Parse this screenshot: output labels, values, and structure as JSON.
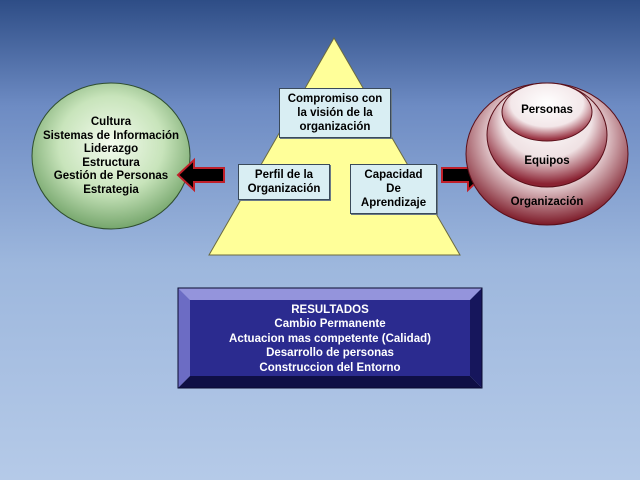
{
  "left_circle": {
    "lines": [
      "Cultura",
      "Sistemas de Información",
      "Liderazgo",
      "Estructura",
      "Gestión de Personas",
      "Estrategia"
    ]
  },
  "pyramid": {
    "top_box": [
      "Compromiso con",
      "la visión de la",
      "organización"
    ],
    "left_box": [
      "Perfil de la",
      "Organización"
    ],
    "right_box": [
      "Capacidad",
      "De",
      "Aprendizaje"
    ],
    "fill_color": "#ffff99"
  },
  "right_circles": {
    "inner": "Personas",
    "middle": "Equipos",
    "outer": "Organización"
  },
  "results": {
    "title": "RESULTADOS",
    "items": [
      "Cambio Permanente",
      "Actuacion mas competente (Calidad)",
      "Desarrollo de personas",
      "Construccion del Entorno"
    ],
    "face_color": "#2b2b8f"
  }
}
